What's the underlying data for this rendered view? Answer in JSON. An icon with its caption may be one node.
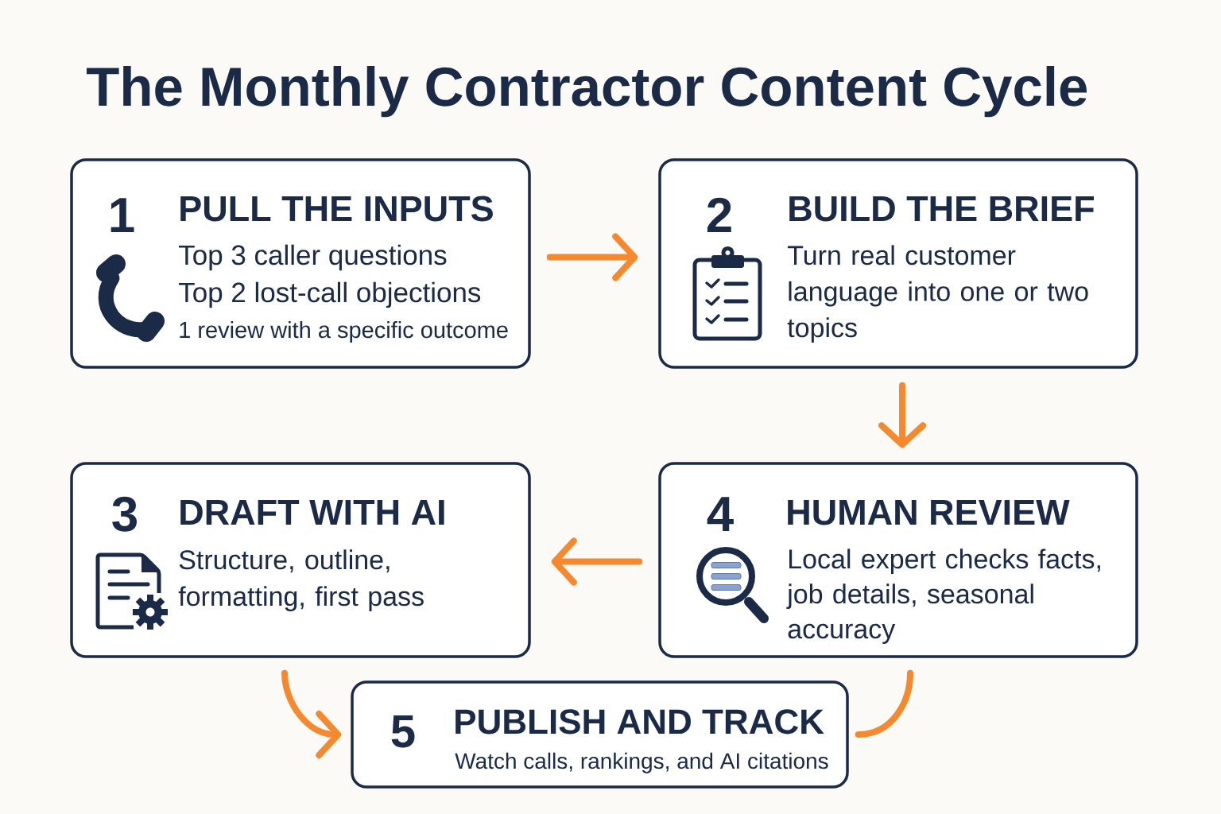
{
  "diagram": {
    "title": "The Monthly Contractor Content Cycle",
    "nodes": [
      {
        "text": [
          "1",
          "PULL THE INPUTS",
          "Top 3 caller questions",
          "Top 2 lost-call objections",
          "1 review with a specific outcome"
        ]
      },
      {
        "text": [
          "2",
          "BUILD THE BRIEF",
          "Turn real customer language into one or two topics"
        ]
      },
      {
        "text": [
          "3",
          "DRAFT WITH AI",
          "Structure, outline, formatting, first pass"
        ]
      },
      {
        "text": [
          "4",
          "HUMAN REVIEW",
          "Local expert checks facts, job details, seasonal accuracy"
        ]
      },
      {
        "text": [
          "5",
          "PUBLISH AND TRACK",
          "Watch calls, rankings, and AI citations"
        ]
      }
    ],
    "edges": [
      {
        "from": 0,
        "to": 1,
        "arrow": "to"
      },
      {
        "from": 1,
        "to": 3,
        "arrow": "to"
      },
      {
        "from": 3,
        "to": 2,
        "arrow": "to"
      },
      {
        "from": 2,
        "to": 4,
        "arrow": "to"
      },
      {
        "from": 3,
        "to": 4,
        "arrow": "none"
      }
    ]
  }
}
